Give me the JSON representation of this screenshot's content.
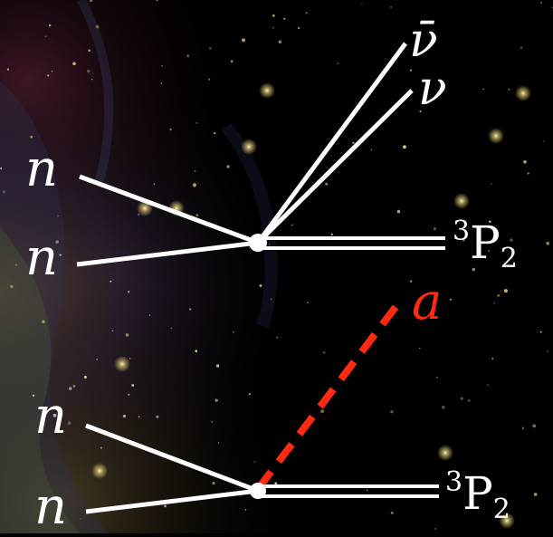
{
  "colors": {
    "background": "#000000",
    "line": "#ffffff",
    "axion": "#ff2a10",
    "star": "#e8d27a"
  },
  "background_image": "starfield-nebula",
  "upper_vertex": {
    "incoming": [
      {
        "label": "n"
      },
      {
        "label": "n"
      }
    ],
    "outgoing_neutrinos": [
      {
        "label": "ν̄"
      },
      {
        "label": "ν"
      }
    ],
    "outgoing_pair": {
      "label_sup": "3",
      "label_main": "P",
      "label_sub": "2"
    }
  },
  "lower_vertex": {
    "incoming": [
      {
        "label": "n"
      },
      {
        "label": "n"
      }
    ],
    "axion": {
      "label": "a"
    },
    "outgoing_pair": {
      "label_sup": "3",
      "label_main": "P",
      "label_sub": "2"
    }
  }
}
